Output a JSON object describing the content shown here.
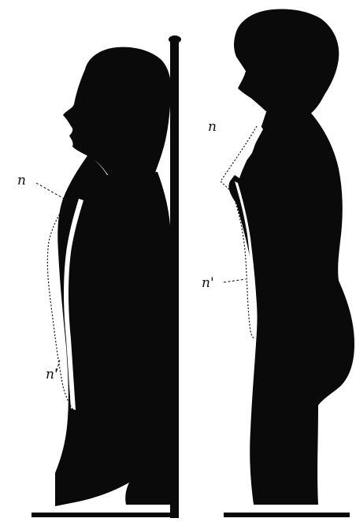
{
  "labels": {
    "left_n": "n",
    "left_n_prime": "n'",
    "right_n": "n",
    "right_n_prime": "n'"
  },
  "colors": {
    "silhouette": "#0a0a0a",
    "background": "#ffffff"
  }
}
